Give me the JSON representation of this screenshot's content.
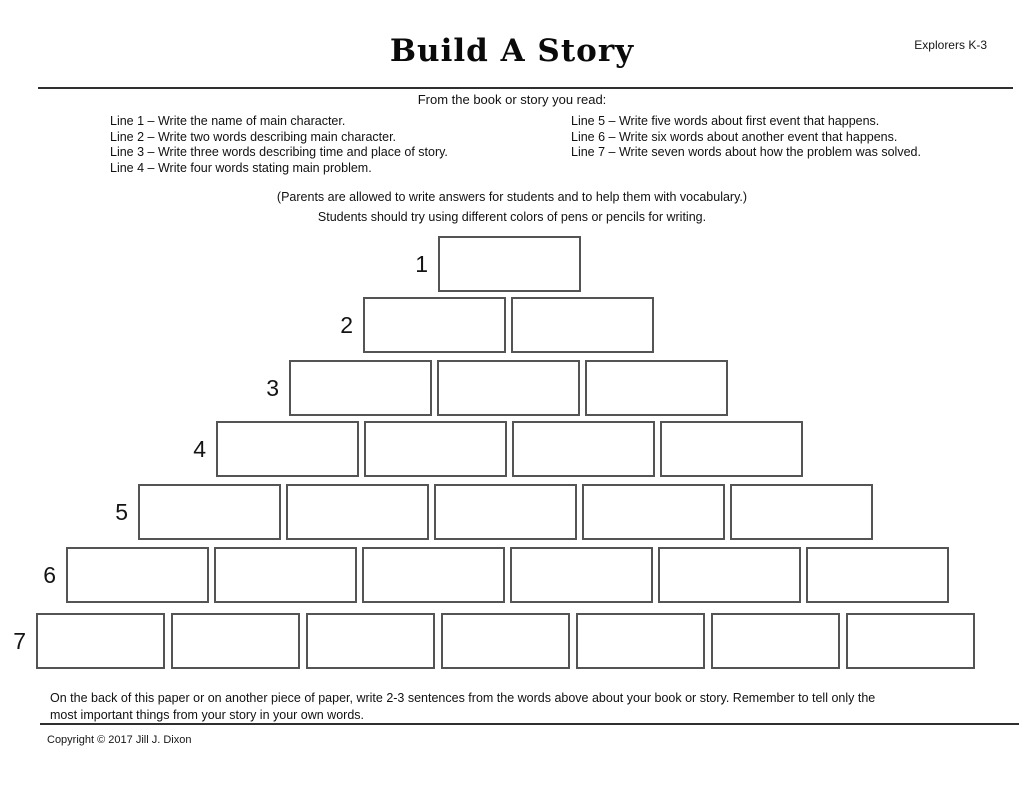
{
  "page": {
    "title": "Build A Story",
    "edition": "Explorers K-3"
  },
  "intro": "From the book or story you read:",
  "instructions": {
    "left": [
      "Line 1 – Write the name of main character.",
      "Line 2 – Write two words describing main character.",
      "Line 3 – Write three words describing time and place of story.",
      "Line 4 – Write four words stating main problem."
    ],
    "right": [
      "Line 5 – Write five words about first event that happens.",
      "Line 6 – Write six words about another event that happens.",
      "Line 7 – Write seven words about how the problem was solved."
    ]
  },
  "notes": [
    "(Parents are allowed to write answers for students and to help them with vocabulary.)",
    "Students should try using different colors of pens or pencils for writing."
  ],
  "pyramid": {
    "rows": [
      {
        "label": "1",
        "boxes": 1
      },
      {
        "label": "2",
        "boxes": 2
      },
      {
        "label": "3",
        "boxes": 3
      },
      {
        "label": "4",
        "boxes": 4
      },
      {
        "label": "5",
        "boxes": 5
      },
      {
        "label": "6",
        "boxes": 6
      },
      {
        "label": "7",
        "boxes": 7
      }
    ]
  },
  "footer": {
    "note_lines": [
      "On the back of this paper or on another piece of paper, write 2-3 sentences from the words above about your book or story. Remember to tell only the",
      "most important things from your story in your own words."
    ],
    "copyright": "Copyright © 2017 Jill J. Dixon"
  },
  "colors": {
    "text": "#111111",
    "rule": "#2f2f2f",
    "box_border": "#545454"
  }
}
